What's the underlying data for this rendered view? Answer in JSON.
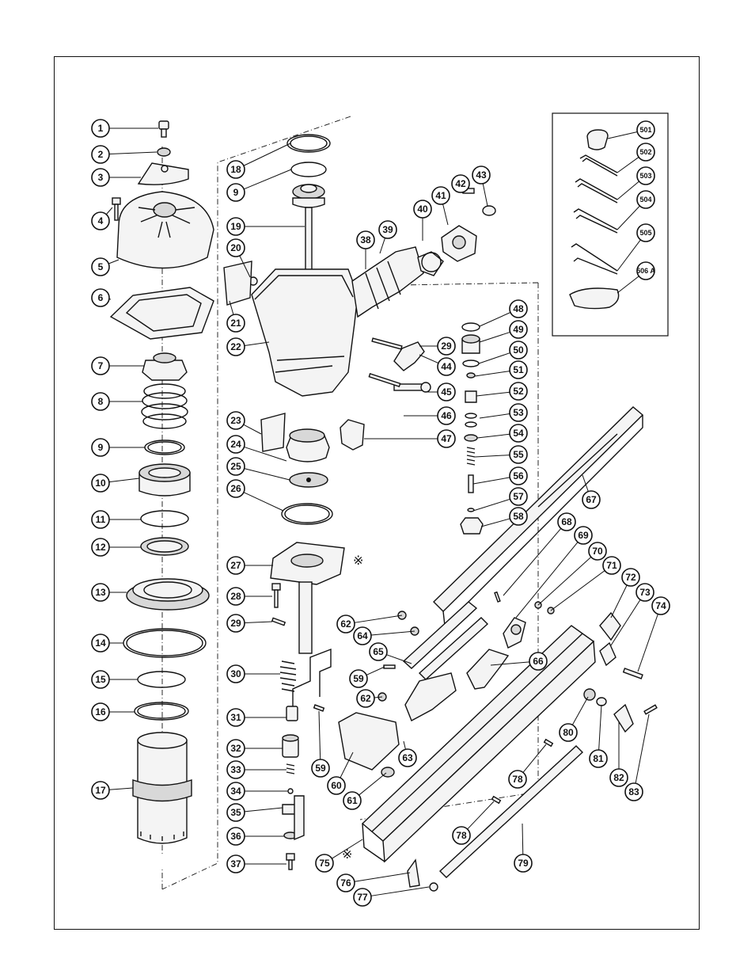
{
  "diagram": {
    "labels": [
      "1",
      "2",
      "3",
      "4",
      "5",
      "6",
      "7",
      "8",
      "9",
      "10",
      "11",
      "12",
      "13",
      "14",
      "15",
      "16",
      "17",
      "18",
      "9",
      "19",
      "20",
      "21",
      "22",
      "23",
      "24",
      "25",
      "26",
      "27",
      "28",
      "29",
      "30",
      "31",
      "32",
      "33",
      "34",
      "35",
      "36",
      "37",
      "38",
      "39",
      "40",
      "41",
      "42",
      "43",
      "29",
      "44",
      "45",
      "46",
      "47",
      "48",
      "49",
      "50",
      "51",
      "52",
      "53",
      "54",
      "55",
      "56",
      "57",
      "58",
      "501",
      "502",
      "503",
      "504",
      "505",
      "506 A",
      "67",
      "68",
      "69",
      "70",
      "71",
      "72",
      "73",
      "74",
      "62",
      "64",
      "65",
      "66",
      "59",
      "62",
      "63",
      "59",
      "60",
      "61",
      "80",
      "81",
      "82",
      "83",
      "78",
      "78",
      "79",
      "75",
      "76",
      "77"
    ],
    "notes": [
      "※",
      "※"
    ]
  }
}
